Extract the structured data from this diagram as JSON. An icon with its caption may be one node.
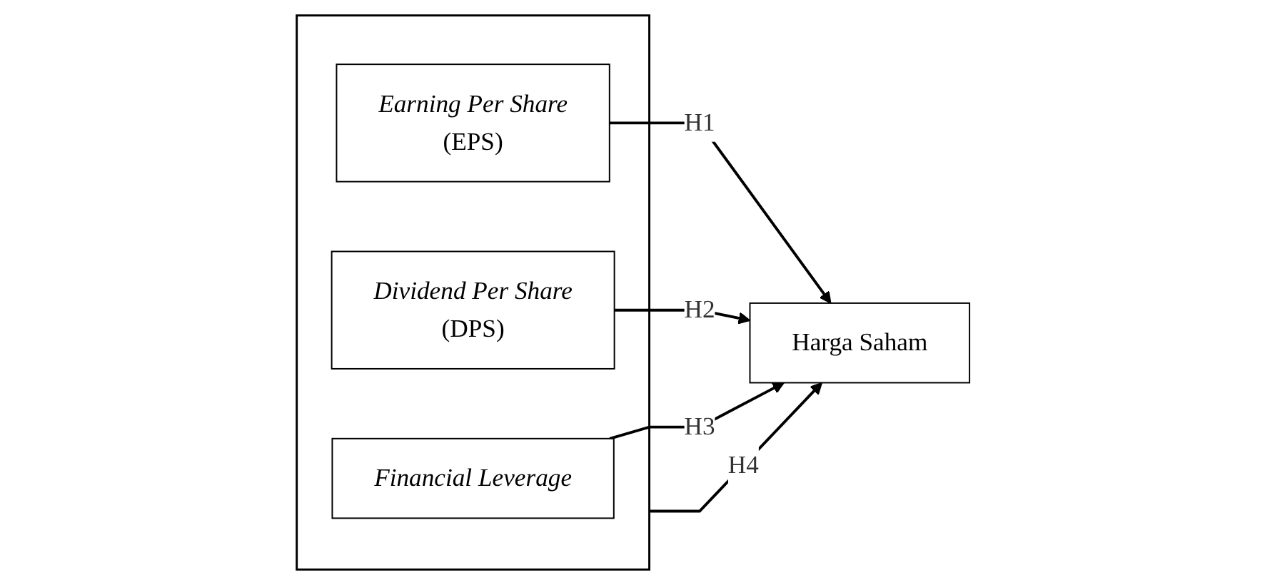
{
  "diagram": {
    "nodes": [
      {
        "text": [],
        "shape": "box"
      },
      {
        "text": [
          "Earning Per Share",
          "(EPS)"
        ],
        "in": 0
      },
      {
        "text": [
          "Dividend Per Share",
          "(DPS)"
        ],
        "in": 0
      },
      {
        "text": [
          "Financial Leverage"
        ],
        "in": 0
      },
      {
        "text": [
          "Harga Saham"
        ]
      }
    ],
    "edges": [
      {
        "from": 1,
        "to": 4,
        "arrow": "to",
        "label": "H1"
      },
      {
        "from": 2,
        "to": 4,
        "arrow": "to",
        "label": "H2"
      },
      {
        "from": 3,
        "to": 4,
        "arrow": "to",
        "label": "H3"
      },
      {
        "from": 0,
        "to": 4,
        "arrow": "to",
        "label": "H4"
      }
    ]
  }
}
